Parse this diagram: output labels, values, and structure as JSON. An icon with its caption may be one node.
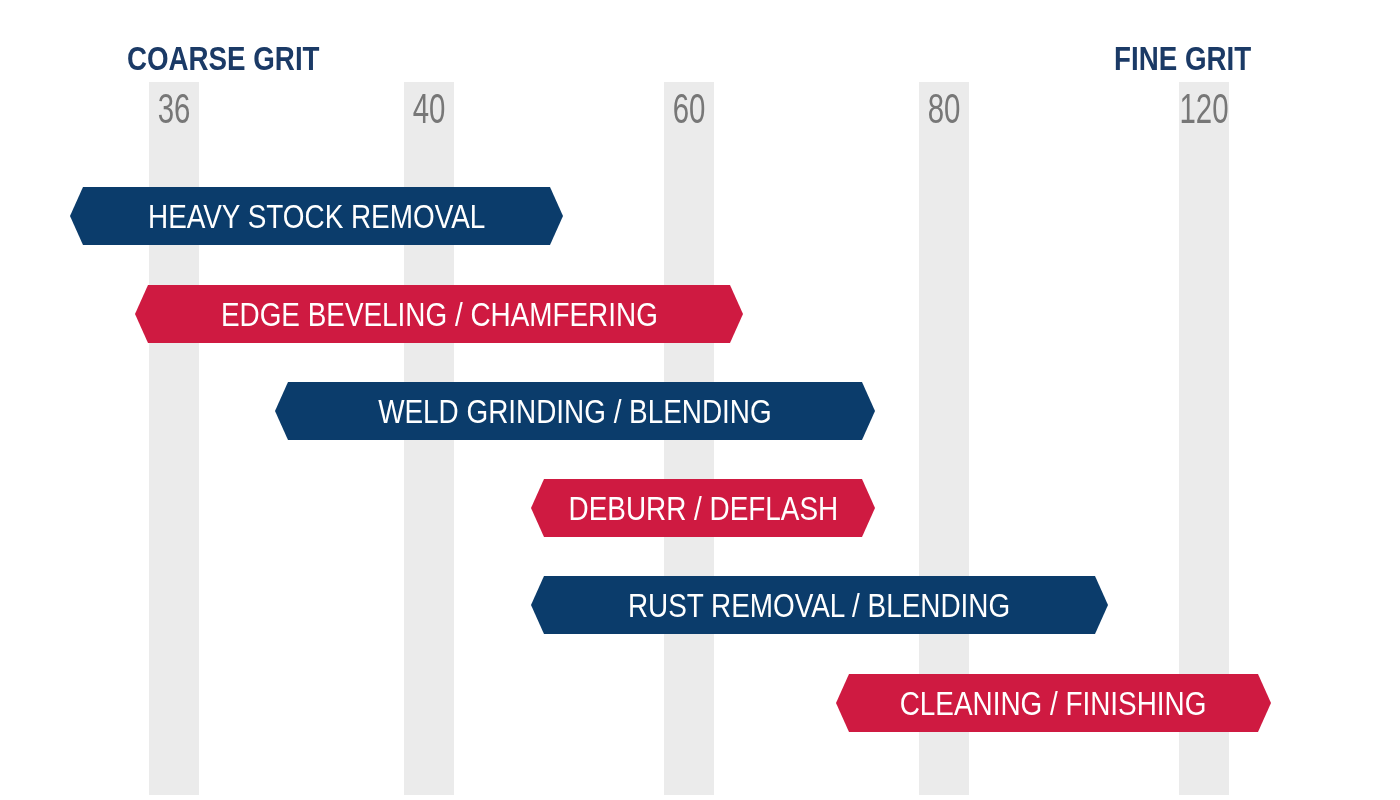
{
  "diagram": {
    "nodes": [
      {
        "text": [
          "36"
        ]
      },
      {
        "text": [
          "40"
        ]
      },
      {
        "text": [
          "60"
        ]
      },
      {
        "text": [
          "80"
        ]
      },
      {
        "text": [
          "120"
        ]
      },
      {
        "text": [
          "HEAVY STOCK REMOVAL"
        ]
      },
      {
        "text": [
          "EDGE BEVELING / CHAMFERING"
        ]
      },
      {
        "text": [
          "WELD GRINDING / BLENDING"
        ]
      },
      {
        "text": [
          "DEBURR / DEFLASH"
        ]
      },
      {
        "text": [
          "RUST REMOVAL / BLENDING"
        ]
      },
      {
        "text": [
          "CLEANING / FINISHING"
        ]
      }
    ],
    "labels": [
      "COARSE GRIT",
      "FINE GRIT"
    ]
  }
}
